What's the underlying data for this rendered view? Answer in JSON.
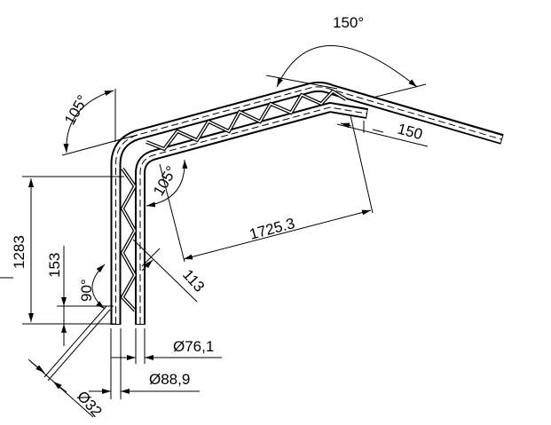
{
  "drawing": {
    "angle_top": "150°",
    "angle_left_outer": "105°",
    "angle_left_inner": "105°",
    "angle_bottom": "90°",
    "length_top_end": "150",
    "length_diagonal": "1725.3",
    "height_total": "1283",
    "height_lower": "153",
    "offset": "113",
    "diameter_inner_tube": "Ø76,1",
    "diameter_outer_tube": "Ø88,9",
    "diameter_rod": "Ø32"
  }
}
